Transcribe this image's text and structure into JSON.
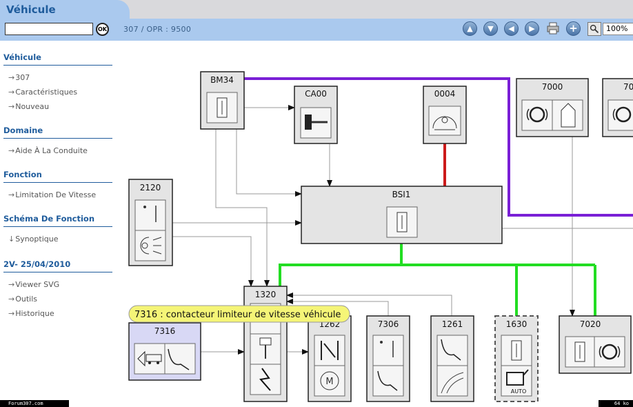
{
  "header": {
    "title": "Véhicule",
    "breadcrumb": "307  /  OPR : 9500",
    "ok_label": "OK",
    "zoom": "100%"
  },
  "sidebar": {
    "sections": [
      {
        "title": "Véhicule",
        "items": [
          "307",
          "Caractéristiques",
          "Nouveau"
        ]
      },
      {
        "title": "Domaine",
        "items": [
          "Aide À La Conduite"
        ]
      },
      {
        "title": "Fonction",
        "items": [
          "Limitation De Vitesse"
        ]
      },
      {
        "title": "Schéma De Fonction",
        "items": [
          "Synoptique"
        ]
      },
      {
        "title": "2V- 25/04/2010",
        "items": [
          "Viewer SVG",
          "Outils",
          "Historique"
        ]
      }
    ]
  },
  "diagram": {
    "components": {
      "bm34": "BM34",
      "ca00": "CA00",
      "c0004": "0004",
      "c7000": "7000",
      "c70": "70",
      "c2120": "2120",
      "bsi1": "BSI1",
      "c1320": "1320",
      "c1262": "1262",
      "c7306": "7306",
      "c1261": "1261",
      "c1630": "1630",
      "c7020": "7020",
      "c7316": "7316",
      "auto": "AUTO"
    },
    "tooltip": "7316 : contacteur limiteur de vitesse véhicule"
  },
  "colors": {
    "purple_bus": "#7a1fd6",
    "red_line": "#cc1a1a",
    "green_bus": "#22dd22",
    "accent": "#1f5c9c",
    "tooltip_bg": "#f5f577"
  },
  "footer": {
    "left": "Forum307.com",
    "right": "64 ko"
  }
}
